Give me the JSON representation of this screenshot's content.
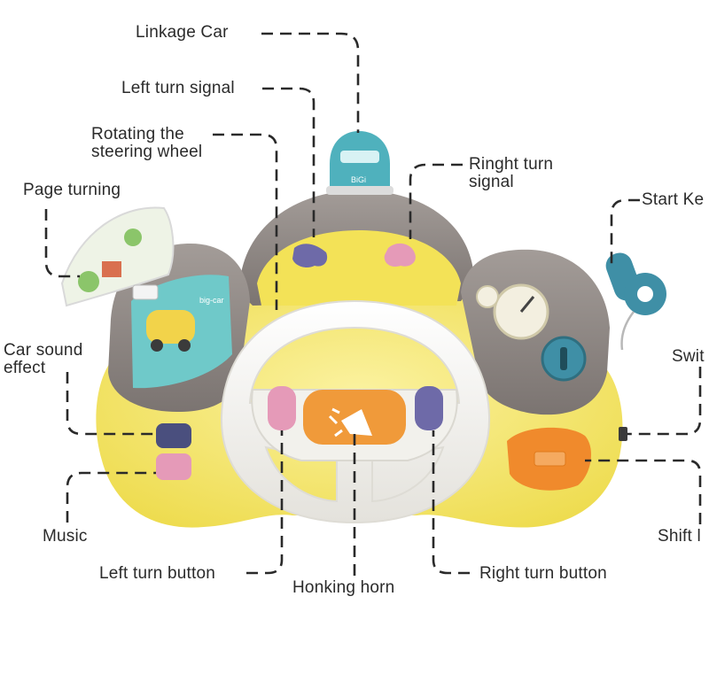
{
  "labels": {
    "linkage_car": "Linkage Car",
    "left_turn_signal": "Left turn signal",
    "rotating_line1": "Rotating the",
    "rotating_line2": "steering wheel",
    "right_turn_signal_line1": "Ringht turn",
    "right_turn_signal_line2": "signal",
    "page_turning": "Page turning",
    "start_key": "Start Ke",
    "car_sound_line1": "Car sound",
    "car_sound_line2": "effect",
    "switch": "Swit",
    "music": "Music",
    "shift": "Shift l",
    "left_turn_button": "Left turn button",
    "honking_horn": "Honking horn",
    "right_turn_button": "Right turn button"
  },
  "toy": {
    "car_plate": "BiGi",
    "screen_text": "big-car"
  },
  "colors": {
    "body_yellow": "#f5e663",
    "panel_gray": "#8d8683",
    "wheel_white": "#f7f6f2",
    "horn_orange": "#f09a3a",
    "button_pink": "#e59ab8",
    "button_purple": "#6e6aa8",
    "shift_orange": "#f08a2c",
    "key_teal": "#3f8fa6",
    "car_teal": "#4fb1bd",
    "screen_teal": "#6fc9c9"
  }
}
